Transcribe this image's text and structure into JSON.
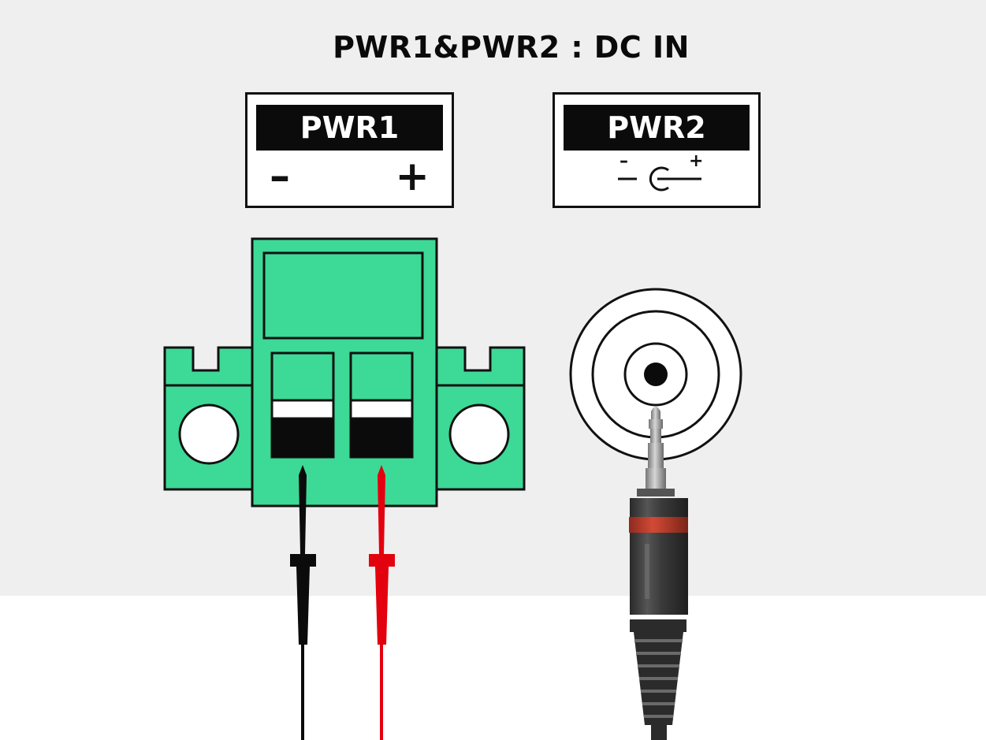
{
  "title": "PWR1&PWR2 : DC IN",
  "pwr1": {
    "label": "PWR1",
    "minus": "–",
    "plus": "+"
  },
  "pwr2": {
    "label": "PWR2",
    "minus": "–",
    "plus": "+"
  },
  "colors": {
    "background": "#efefef",
    "terminal_block": "#3dd996",
    "outline": "#111111",
    "negative_wire": "#0b0b0b",
    "positive_wire": "#e3000f",
    "jack_band": "#c0392b"
  },
  "icons": [
    "dc-jack-polarity-icon",
    "terminal-block",
    "dc-barrel-jack",
    "test-probe-black",
    "test-probe-red",
    "dc-plug"
  ]
}
